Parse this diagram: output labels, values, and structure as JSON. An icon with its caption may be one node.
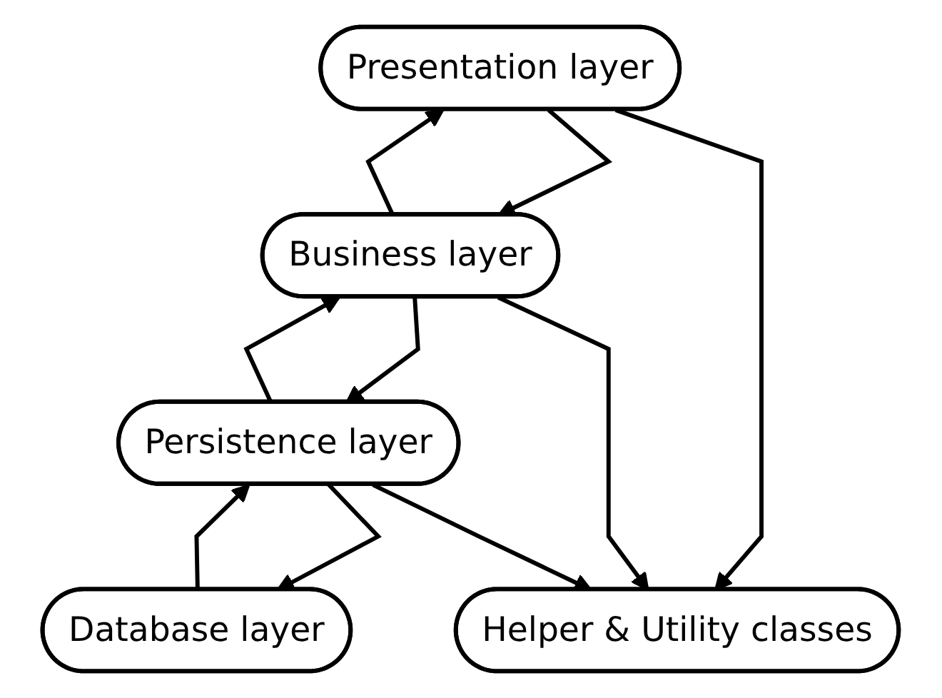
{
  "diagram": {
    "nodes": [
      {
        "text": [
          "Presentation layer"
        ]
      },
      {
        "text": [
          "Business layer"
        ]
      },
      {
        "text": [
          "Persistence layer"
        ]
      },
      {
        "text": [
          "Database layer"
        ]
      },
      {
        "text": [
          "Helper & Utility classes"
        ]
      }
    ],
    "edges": [
      {
        "from": 1,
        "to": 0,
        "arrow": "to"
      },
      {
        "from": 0,
        "to": 1,
        "arrow": "to"
      },
      {
        "from": 2,
        "to": 1,
        "arrow": "to"
      },
      {
        "from": 1,
        "to": 2,
        "arrow": "to"
      },
      {
        "from": 3,
        "to": 2,
        "arrow": "to"
      },
      {
        "from": 2,
        "to": 3,
        "arrow": "to"
      },
      {
        "from": 0,
        "to": 4,
        "arrow": "to"
      },
      {
        "from": 1,
        "to": 4,
        "arrow": "to"
      },
      {
        "from": 2,
        "to": 4,
        "arrow": "to"
      }
    ]
  }
}
